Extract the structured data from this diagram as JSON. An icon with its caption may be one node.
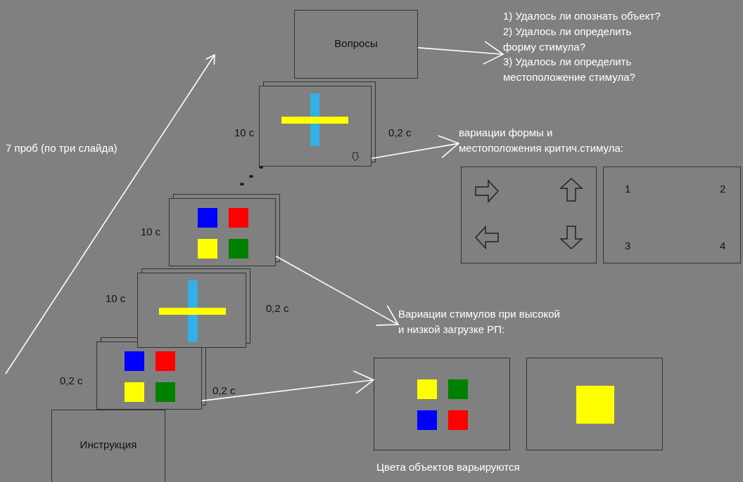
{
  "diagram": {
    "nodes": [
      {
        "text": [
          "Инструкция"
        ]
      },
      {
        "text": [],
        "shape": "box",
        "beside": [
          "0,2 с",
          "0,2 с"
        ]
      },
      {
        "text": [],
        "shape": "box",
        "beside": [
          "10 с",
          "0,2 с"
        ]
      },
      {
        "text": [],
        "shape": "box",
        "beside": [
          "10 с"
        ]
      },
      {
        "text": [],
        "shape": "box",
        "beside": [
          "10 с",
          "0,2 с"
        ]
      },
      {
        "text": [
          "Вопросы"
        ]
      },
      {
        "text": [
          "1) Удалось ли опознать объект?",
          "2) Удалось ли определить форму стимула?",
          "3) Удалось ли определить местоположение стимула?"
        ]
      },
      {
        "text": [
          "вариации формы и местоположения критич.стимула:"
        ]
      },
      {
        "text": [],
        "shape": "box"
      },
      {
        "text": [
          "1",
          "2",
          "3",
          "4"
        ]
      },
      {
        "text": [
          "Вариации стимулов при высокой и низкой загрузке РП:"
        ]
      },
      {
        "text": [],
        "shape": "box"
      },
      {
        "text": [],
        "shape": "box"
      }
    ],
    "edges": [
      {
        "from": 5,
        "to": 6,
        "arrow": "to"
      },
      {
        "from": 4,
        "to": 7,
        "arrow": "to"
      },
      {
        "from": 3,
        "to": 10,
        "arrow": "to"
      },
      {
        "from": 1,
        "to": 11,
        "arrow": "to"
      }
    ],
    "labels": [
      "7 проб (по три слайда)",
      "Цвета объектов варьируются"
    ]
  }
}
